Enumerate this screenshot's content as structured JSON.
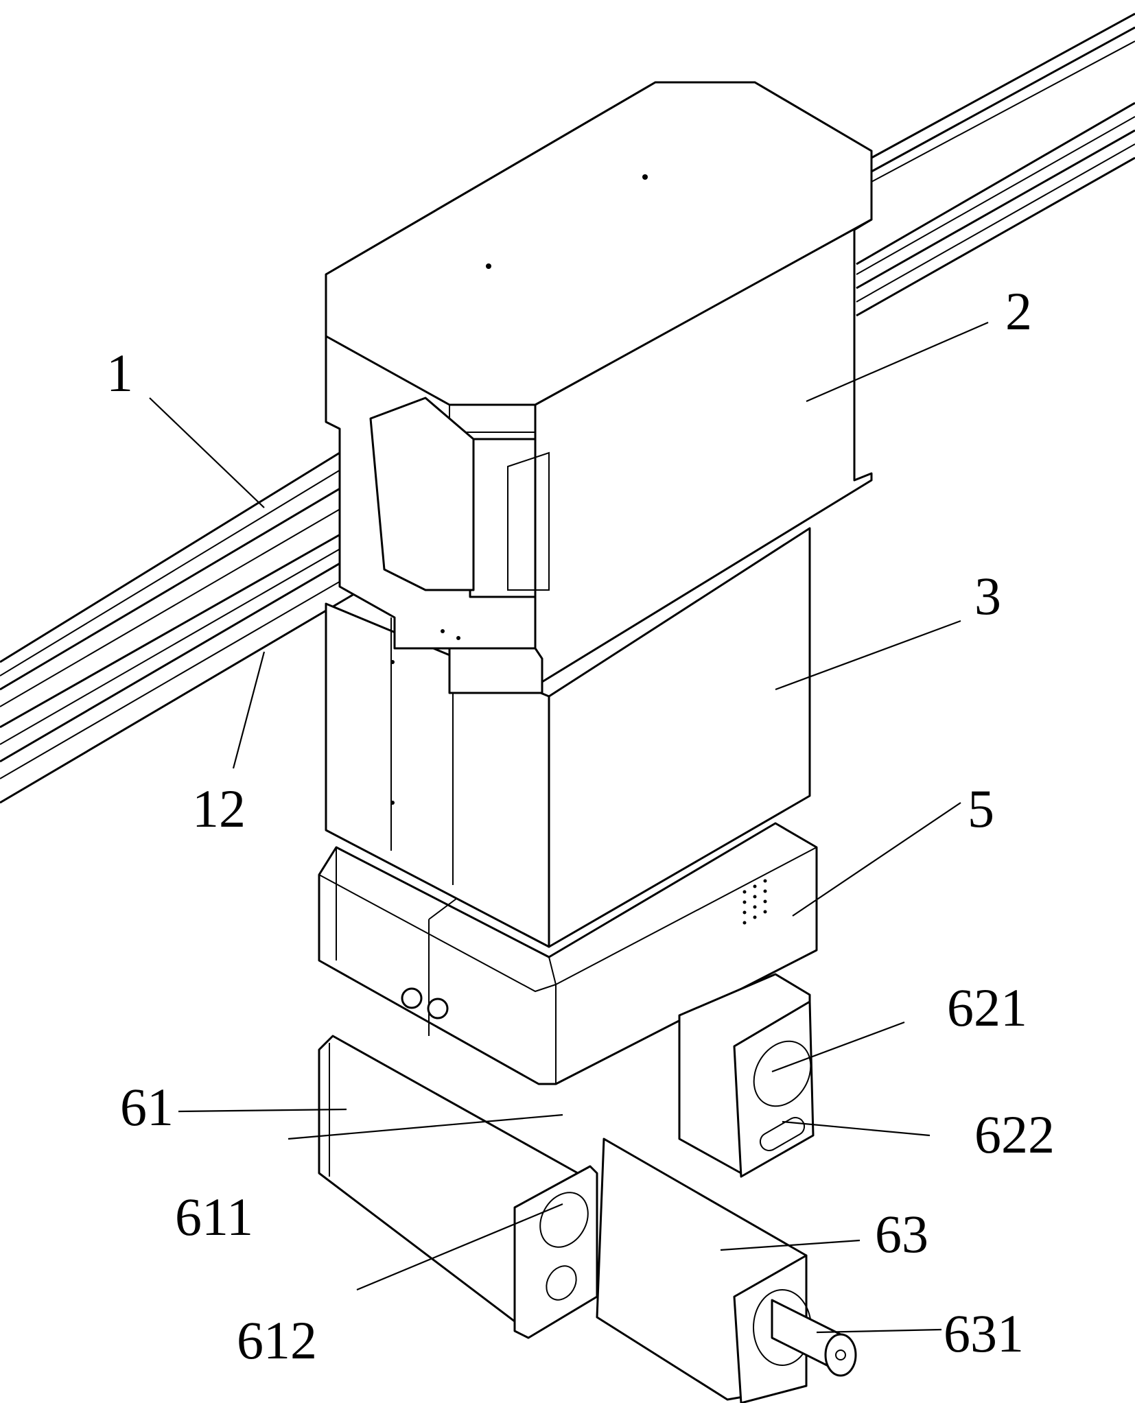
{
  "figure": {
    "labels": {
      "rail": "1",
      "carriage": "2",
      "housing": "3",
      "control_box": "5",
      "rail_groove": "12",
      "left_module": "61",
      "left_window_large": "611",
      "left_window_small": "612",
      "right_window_large": "621",
      "right_window_slot": "622",
      "lower_module": "63",
      "spindle": "631"
    },
    "colors": {
      "line": "#000000",
      "background": "#ffffff"
    }
  }
}
